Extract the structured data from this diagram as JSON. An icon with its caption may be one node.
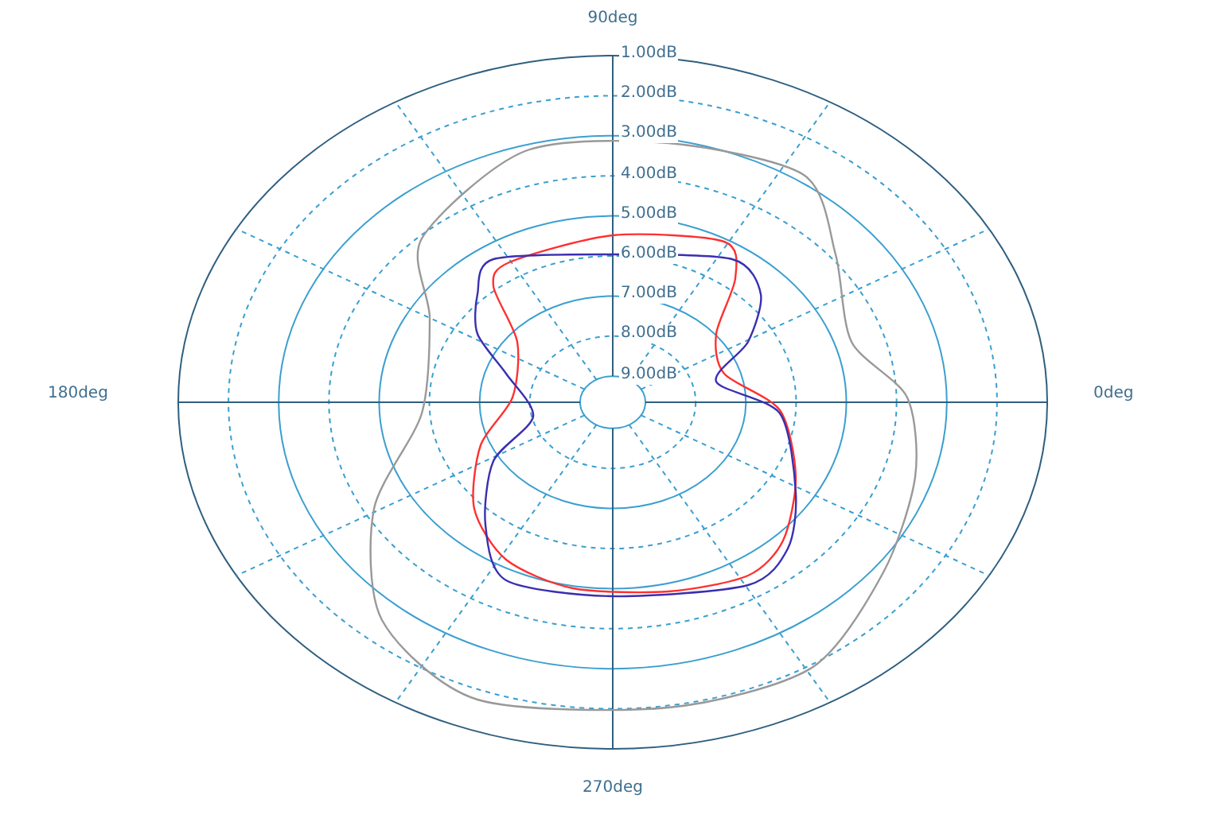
{
  "diagram": {
    "labels": [
      "90deg",
      "1.00dB",
      "2.00dB",
      "3.00dB",
      "4.00dB",
      "5.00dB",
      "6.00dB",
      "7.00dB",
      "8.00dB",
      "9.00dB",
      "180deg",
      "0deg",
      "270deg"
    ]
  }
}
